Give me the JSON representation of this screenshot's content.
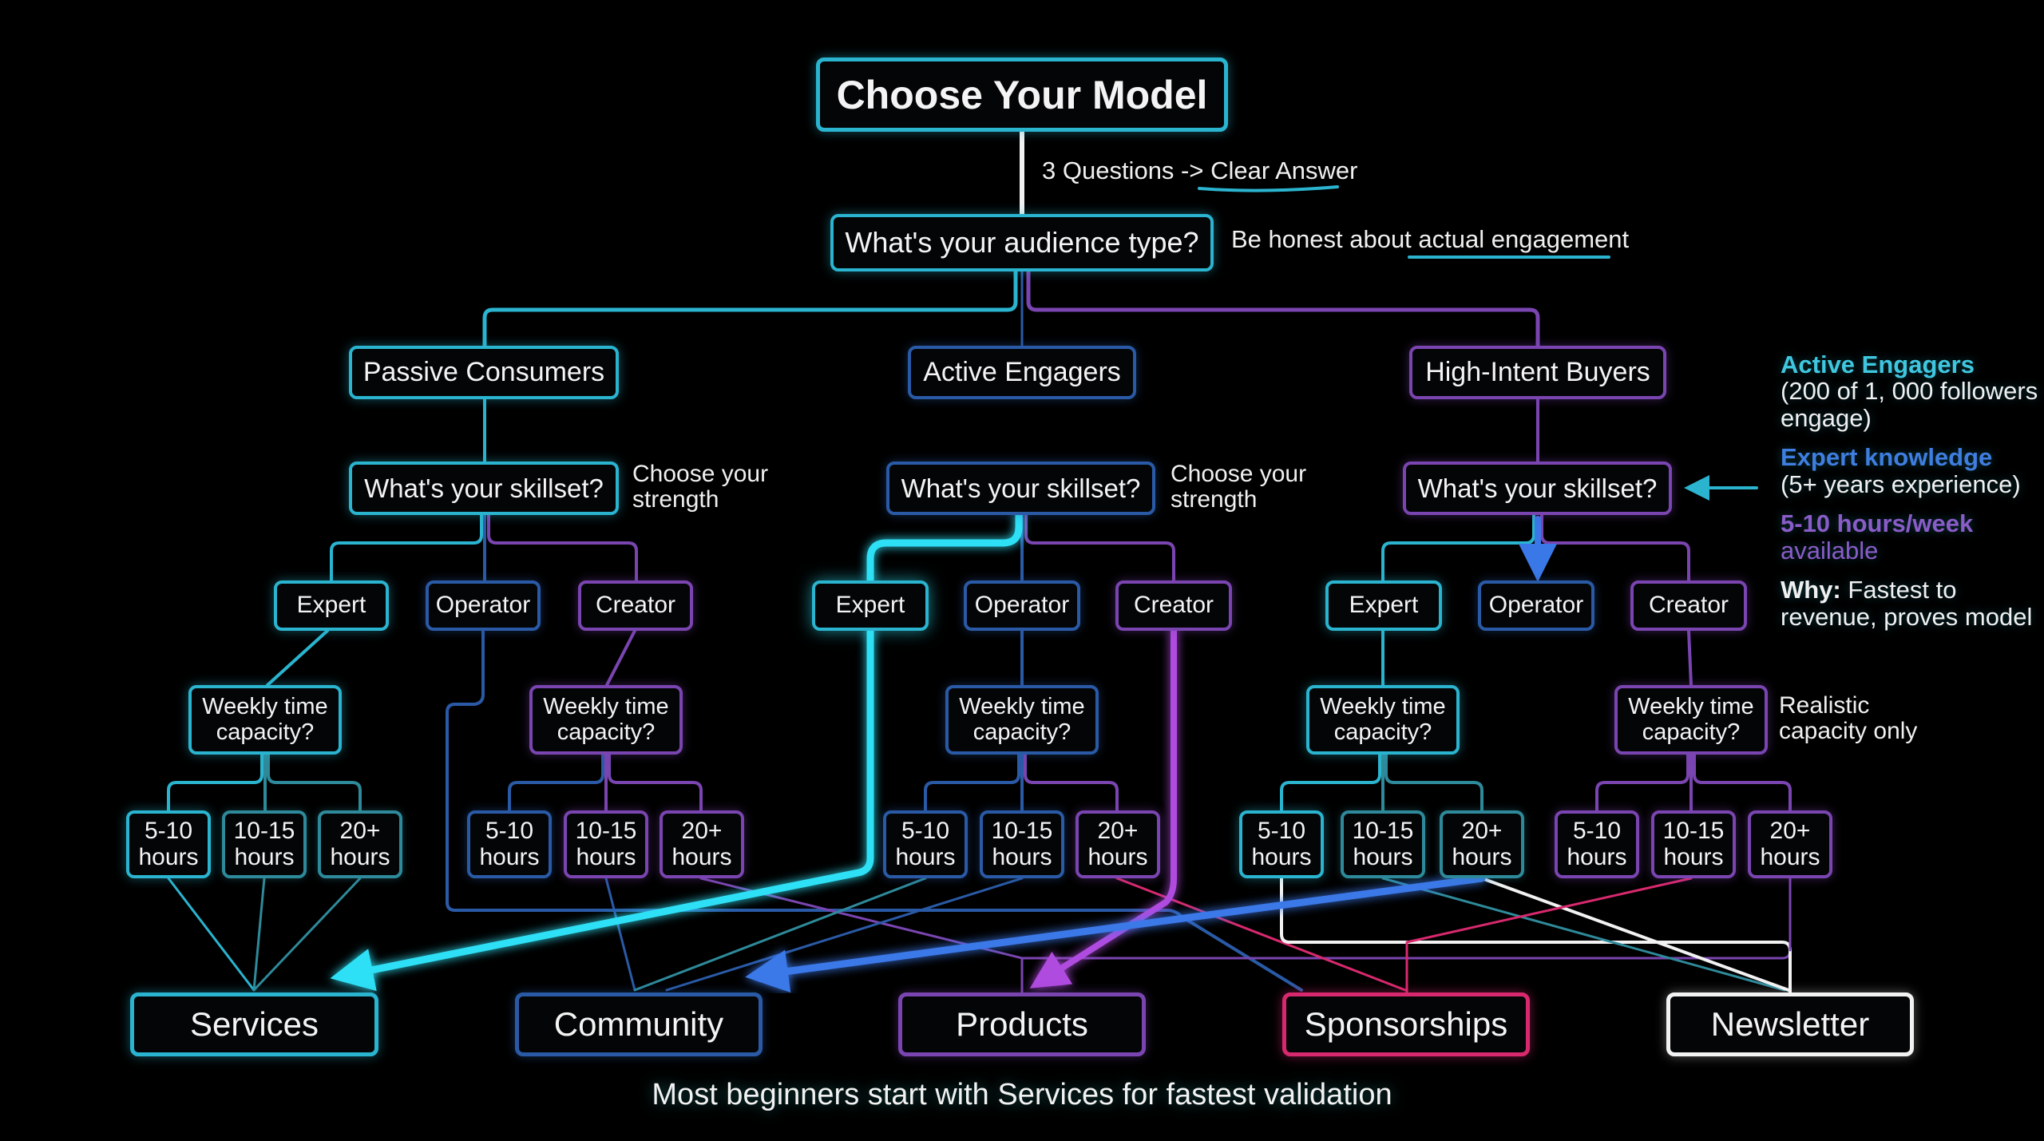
{
  "title": "Choose Your Model",
  "subtitle_note": {
    "prefix": "3 Questions -> ",
    "emphasis": "Clear Answer"
  },
  "audience_question": "What's your audience type?",
  "audience_note": {
    "prefix": "Be honest about ",
    "emphasis": "actual engagement"
  },
  "branches": [
    {
      "audience": "Passive Consumers",
      "skill_question": "What's your skillset?",
      "skill_note": "Choose your strength",
      "roles": [
        "Expert",
        "Operator",
        "Creator"
      ],
      "weekly_questions": [
        "Weekly time capacity?",
        "Weekly time capacity?"
      ],
      "hours": [
        "5-10 hours",
        "10-15 hours",
        "20+ hours",
        "5-10 hours",
        "10-15 hours",
        "20+ hours"
      ]
    },
    {
      "audience": "Active Engagers",
      "skill_question": "What's your skillset?",
      "skill_note": "Choose your strength",
      "roles": [
        "Expert",
        "Operator",
        "Creator"
      ],
      "weekly_questions": [
        "Weekly time capacity?"
      ],
      "hours": [
        "5-10 hours",
        "10-15 hours",
        "20+ hours"
      ]
    },
    {
      "audience": "High-Intent Buyers",
      "skill_question": "What's your skillset?",
      "skill_note": "",
      "roles": [
        "Expert",
        "Operator",
        "Creator"
      ],
      "weekly_questions": [
        "Weekly time capacity?",
        "Weekly time capacity?"
      ],
      "weekly_note": "Realistic capacity only",
      "hours": [
        "5-10 hours",
        "10-15 hours",
        "20+ hours",
        "5-10 hours",
        "10-15 hours",
        "20+ hours"
      ]
    }
  ],
  "outcomes": [
    "Services",
    "Community",
    "Products",
    "Sponsorships",
    "Newsletter"
  ],
  "legend": [
    {
      "heading": "Active Engagers",
      "text": "(200 of 1, 000 followers engage)",
      "color": "#3fc7e0"
    },
    {
      "heading": "Expert knowledge",
      "text": "(5+ years experience)",
      "color": "#3f7ee0"
    },
    {
      "heading": "5-10 hours/week",
      "text": "available",
      "color": "#8a5cc8"
    },
    {
      "heading": "Why:",
      "text": "Fastest to revenue, proves model",
      "color": "#ffffff"
    }
  ],
  "caption": "Most beginners start with Services for fastest validation",
  "colors": {
    "cyan": "#2ab4cf",
    "bright_cyan": "#2fe0f5",
    "blue": "#2a5aa6",
    "bright_blue": "#3a78e8",
    "purple": "#7a45b0",
    "bright_purple": "#b04ce0",
    "pink": "#d8296e",
    "white": "#f2f2f2",
    "background": "#000000"
  }
}
